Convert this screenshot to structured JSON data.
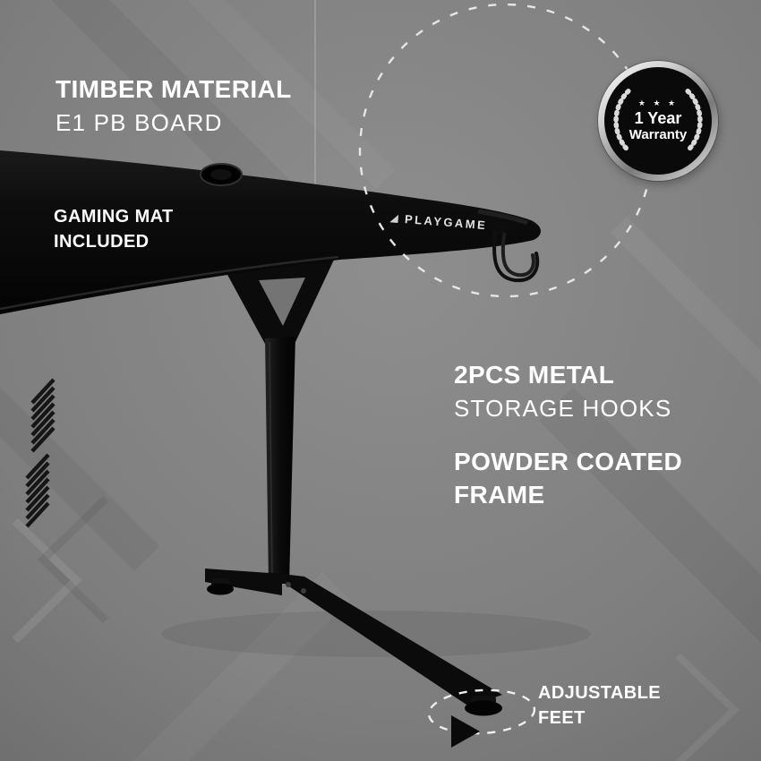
{
  "meta": {
    "kind": "gaming-desk-product-infographic"
  },
  "colors": {
    "background": "#7e7e7e",
    "desk_black": "#0a0a0a",
    "text": "#ffffff",
    "dashed_stroke": "#e8e8e8",
    "badge_silver": "#cfcfcf"
  },
  "callouts": {
    "timber": {
      "title": "TIMBER MATERIAL",
      "subtitle": "E1 PB BOARD"
    },
    "gaming_mat": {
      "line1": "GAMING MAT",
      "line2": "INCLUDED"
    },
    "hooks": {
      "title": "2PCS METAL",
      "subtitle": "STORAGE HOOKS"
    },
    "frame": {
      "line1": "POWDER COATED",
      "line2": "FRAME"
    },
    "feet": {
      "line1": "ADJUSTABLE",
      "line2": "FEET"
    }
  },
  "badge": {
    "stars": "★ ★ ★",
    "line1": "1 Year",
    "line2": "Warranty"
  },
  "desk": {
    "brand": "PLAYGAME"
  }
}
